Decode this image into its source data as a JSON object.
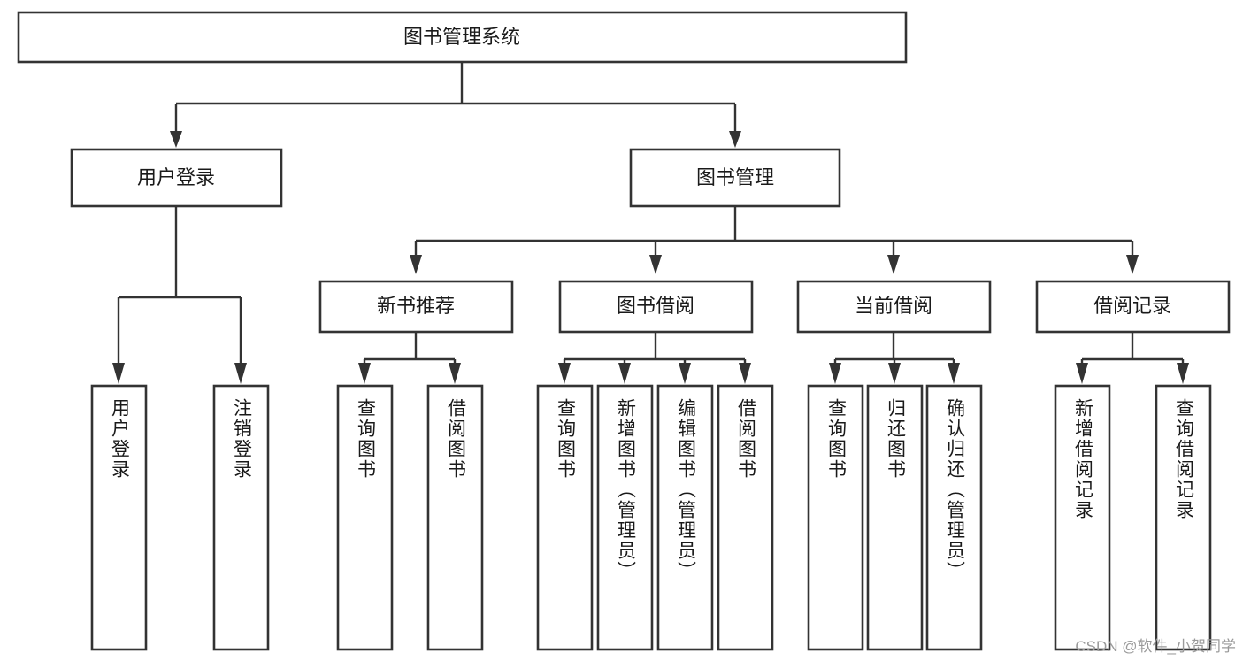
{
  "diagram": {
    "title": "图书管理系统",
    "type": "tree-hierarchy",
    "watermark": "CSDN @软件_小贺同学",
    "root": {
      "id": "root",
      "label": "图书管理系统"
    },
    "level2": [
      {
        "id": "user-login",
        "label": "用户登录"
      },
      {
        "id": "book-manage",
        "label": "图书管理"
      }
    ],
    "level3": [
      {
        "id": "new-book-recommend",
        "label": "新书推荐"
      },
      {
        "id": "book-borrow",
        "label": "图书借阅"
      },
      {
        "id": "current-borrow",
        "label": "当前借阅"
      },
      {
        "id": "borrow-record",
        "label": "借阅记录"
      }
    ],
    "leaves": {
      "user_login": [
        {
          "id": "leaf-user-login",
          "label": "用户登录"
        },
        {
          "id": "leaf-logout-login",
          "label": "注销登录"
        }
      ],
      "new_book_recommend": [
        {
          "id": "leaf-query-book-1",
          "label": "查询图书"
        },
        {
          "id": "leaf-borrow-book-1",
          "label": "借阅图书"
        }
      ],
      "book_borrow": [
        {
          "id": "leaf-query-book-2",
          "label": "查询图书"
        },
        {
          "id": "leaf-add-book",
          "label": "新增图书（管理员）"
        },
        {
          "id": "leaf-edit-book",
          "label": "编辑图书（管理员）"
        },
        {
          "id": "leaf-borrow-book-2",
          "label": "借阅图书"
        }
      ],
      "current_borrow": [
        {
          "id": "leaf-query-book-3",
          "label": "查询图书"
        },
        {
          "id": "leaf-return-book",
          "label": "归还图书"
        },
        {
          "id": "leaf-confirm-return",
          "label": "确认归还（管理员）"
        }
      ],
      "borrow_record": [
        {
          "id": "leaf-add-record",
          "label": "新增借阅记录"
        },
        {
          "id": "leaf-query-record",
          "label": "查询借阅记录"
        }
      ]
    },
    "colors": {
      "box_stroke": "#333333",
      "box_fill": "#ffffff",
      "text": "#1a1a1a",
      "connector": "#333333",
      "watermark": "#9a9a9a",
      "background": "#ffffff"
    }
  }
}
